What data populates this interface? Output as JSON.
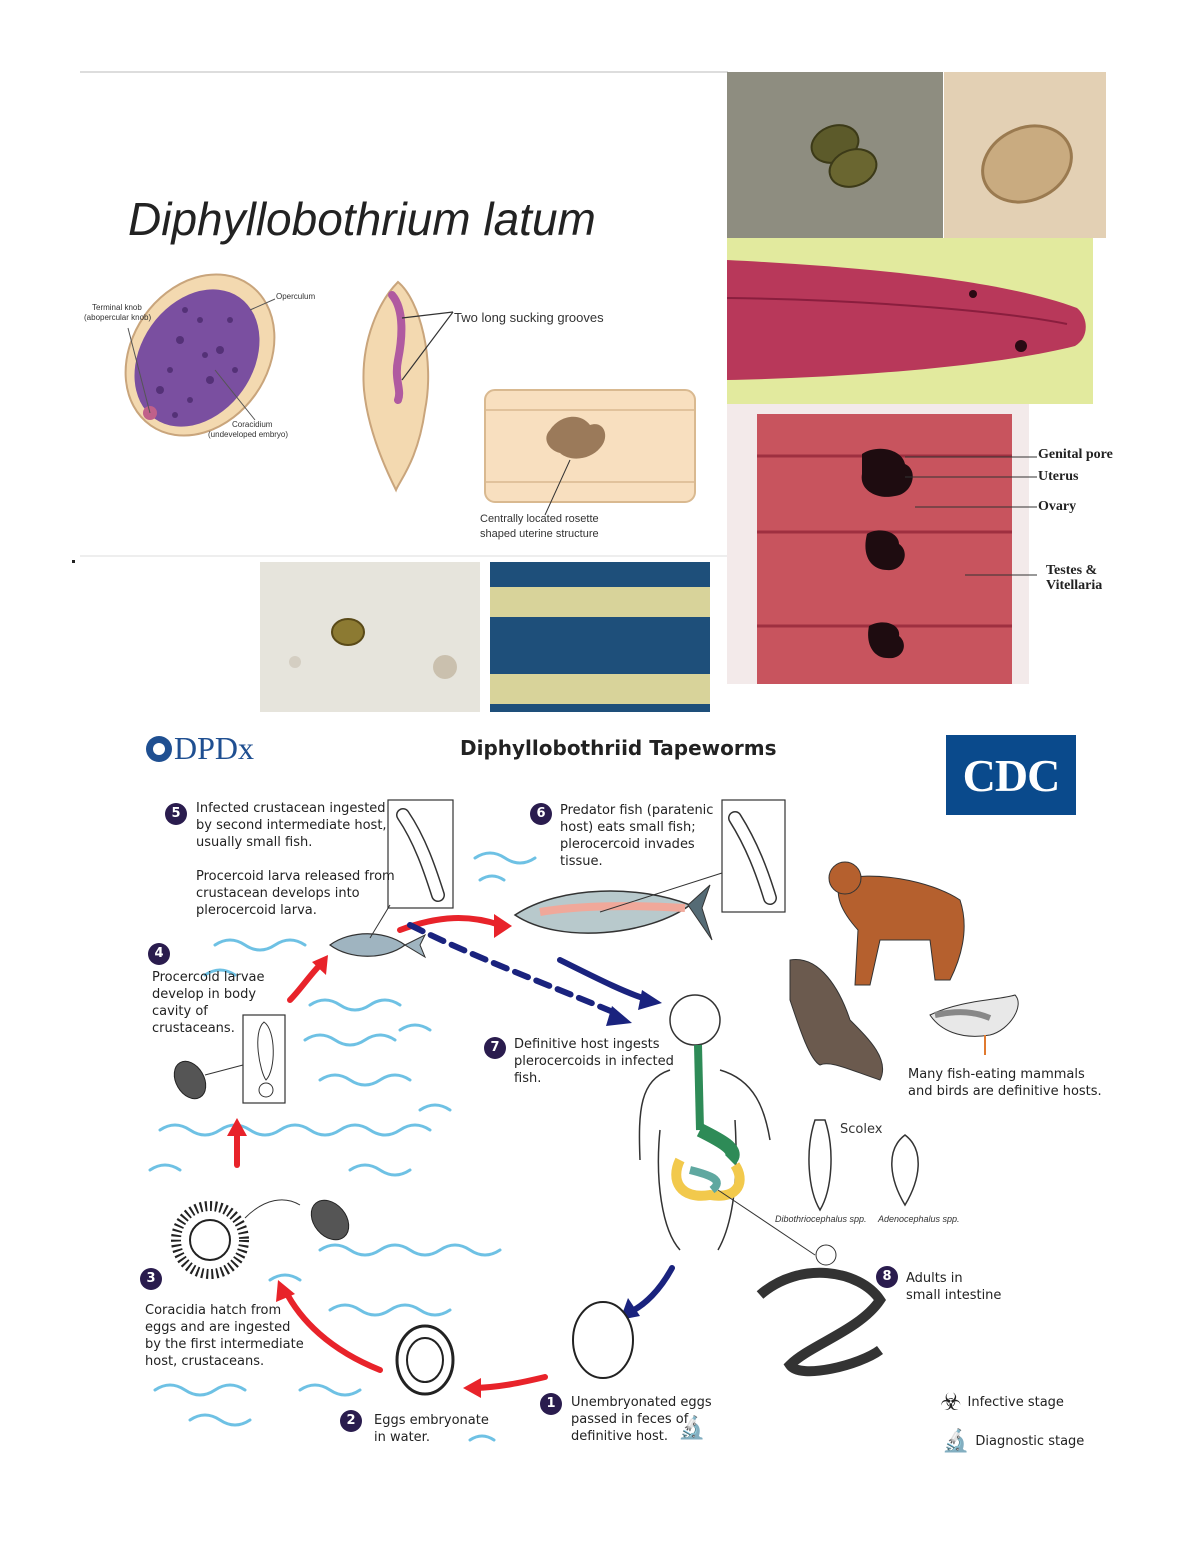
{
  "top_figure": {
    "title": "Diphyllobothrium latum",
    "egg_labels": {
      "terminal_knob_1": "Terminal knob",
      "terminal_knob_2": "(abopercular knob)",
      "operculum": "Operculum",
      "coracidium_1": "Coracidium",
      "coracidium_2": "(undeveloped embryo)"
    },
    "scolex_label": "Two long sucking grooves",
    "proglottid_label_1": "Centrally located rosette",
    "proglottid_label_2": "shaped uterine structure"
  },
  "stained_segment_labels": [
    "Genital pore",
    "Uterus",
    "Ovary",
    "Testes &",
    "Vitellaria"
  ],
  "lifecycle": {
    "brand": "DPDx",
    "title": "Diphyllobothriid Tapeworms",
    "cdc_logo": "CDC",
    "steps": [
      {
        "num": "1",
        "text": [
          "Unembryonated eggs",
          "passed in feces of",
          "definitive host."
        ]
      },
      {
        "num": "2",
        "text": [
          "Eggs embryonate",
          "in water."
        ]
      },
      {
        "num": "3",
        "text": [
          "Coracidia hatch from",
          "eggs and are ingested",
          "by the first intermediate",
          "host, crustaceans."
        ]
      },
      {
        "num": "4",
        "text": [
          "Procercoid larvae",
          "develop in body",
          "cavity of",
          "crustaceans."
        ]
      },
      {
        "num": "5",
        "text": [
          "Infected crustacean ingested",
          "by second intermediate host,",
          "usually small fish.",
          "",
          "Procercoid larva released from",
          "crustacean develops into",
          "plerocercoid larva."
        ]
      },
      {
        "num": "6",
        "text": [
          "Predator fish (paratenic",
          "host) eats small fish;",
          "plerocercoid invades",
          "tissue."
        ]
      },
      {
        "num": "7",
        "text": [
          "Definitive host ingests",
          "plerocercoids in infected",
          "fish."
        ]
      },
      {
        "num": "8",
        "text": [
          "Adults in",
          "small intestine"
        ]
      }
    ],
    "hosts_note": [
      "Many fish-eating mammals",
      "and birds are definitive hosts."
    ],
    "scolex_title": "Scolex",
    "scolex_genus_1": "Dibothriocephalus spp.",
    "scolex_genus_2": "Adenocephalus spp.",
    "legend": {
      "infective": "Infective stage",
      "diagnostic": "Diagnostic stage"
    }
  },
  "colors": {
    "stage_arrow": "#e8232a",
    "host_arrow": "#1a237e",
    "water": "#6ec1e4",
    "badge": "#2a1c4e"
  }
}
